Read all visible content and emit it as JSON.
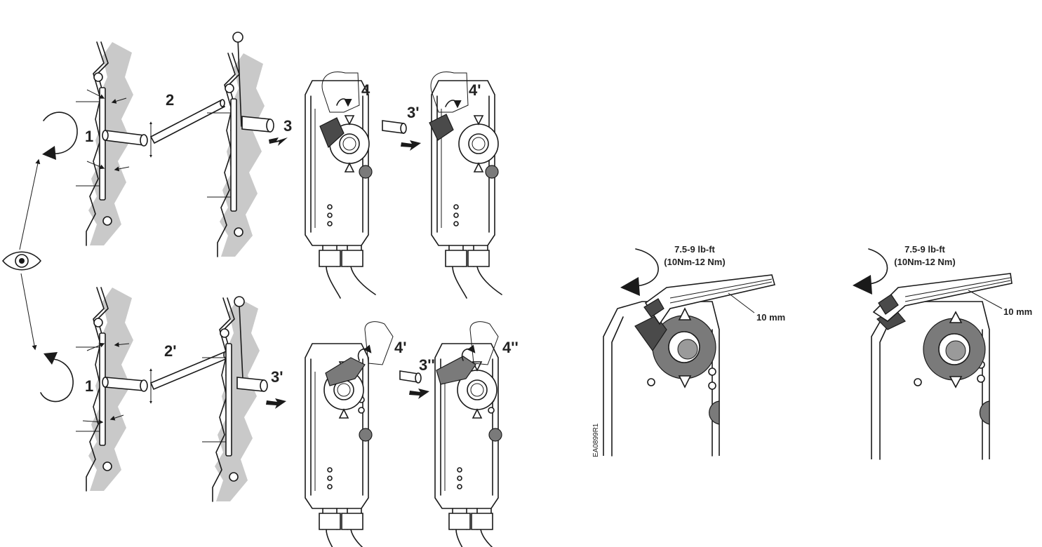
{
  "steps": {
    "top": {
      "step1": "1",
      "step2": "2",
      "step3": "3",
      "step3b": "3'",
      "step4": "4",
      "step4b": "4'"
    },
    "bottom": {
      "step1": "1",
      "step2": "2'",
      "step3": "3'",
      "step4": "4'",
      "step3b": "3''",
      "step4b": "4''"
    }
  },
  "torque_left": {
    "torque": "7.5-9 lb-ft",
    "torque_metric": "(10Nm-12 Nm)",
    "wrench": "10 mm"
  },
  "torque_right": {
    "torque": "7.5-9 lb-ft",
    "torque_metric": "(10Nm-12 Nm)",
    "wrench": "10 mm"
  },
  "figure_code": "EA0899R1",
  "icons": [
    "eye-icon",
    "rotate-clockwise-icon",
    "rotate-counterclockwise-icon",
    "push-arrow-icon",
    "torque-arrow-icon"
  ]
}
